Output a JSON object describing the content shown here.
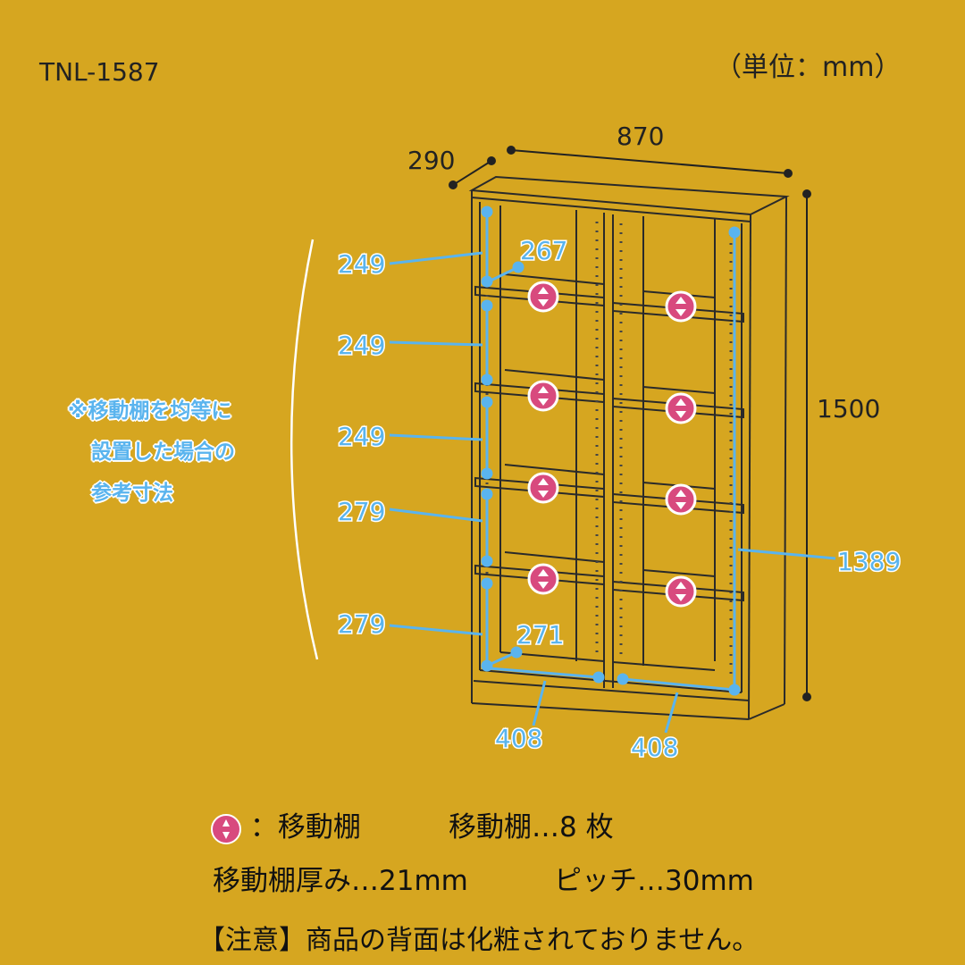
{
  "model": "TNL-1587",
  "unit": "（単位：mm）",
  "dimensions": {
    "width": "870",
    "depth": "290",
    "height": "1500",
    "inner_height": "1389",
    "top_inner": "267",
    "bottom_inner": "271",
    "bottom_left": "408",
    "bottom_right": "408",
    "spaces": [
      "249",
      "249",
      "249",
      "279",
      "279"
    ]
  },
  "note": [
    "※移動棚を均等に",
    "設置した場合の",
    "参考寸法"
  ],
  "legend": {
    "icon": "up-down-arrows-icon",
    "icon_label": "：移動棚",
    "shelf_count": "移動棚…8 枚",
    "thickness": "移動棚厚み…21mm",
    "pitch": "ピッチ…30mm",
    "caution": "【注意】商品の背面は化粧されておりません。"
  },
  "colors": {
    "background": "#D6A620",
    "dimension_text": "#5AB4EE",
    "shelf_marker": "#D84A7E",
    "line": "#222222"
  }
}
